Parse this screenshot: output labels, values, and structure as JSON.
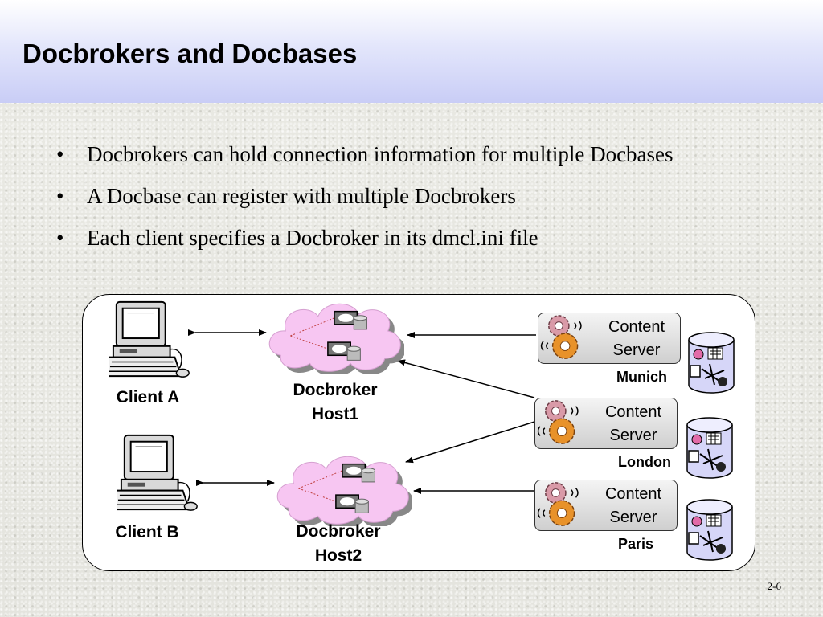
{
  "slide": {
    "title": "Docbrokers and Docbases",
    "page_number": "2-6"
  },
  "bullets": [
    "Docbrokers can hold connection information for multiple Docbases",
    "A Docbase can register with multiple Docbrokers",
    "Each client specifies a Docbroker in its dmcl.ini file"
  ],
  "bullet_glyph": "•",
  "diagram": {
    "clients": [
      {
        "label": "Client A",
        "icon": "computer-icon"
      },
      {
        "label": "Client B",
        "icon": "computer-icon"
      }
    ],
    "docbrokers": [
      {
        "line1": "Docbroker",
        "line2": "Host1",
        "icon": "cloud-network-icon"
      },
      {
        "line1": "Docbroker",
        "line2": "Host2",
        "icon": "cloud-network-icon"
      }
    ],
    "content_servers": [
      {
        "line1": "Content",
        "line2": "Server",
        "location": "Munich",
        "icon": "gears-icon"
      },
      {
        "line1": "Content",
        "line2": "Server",
        "location": "London",
        "icon": "gears-icon"
      },
      {
        "line1": "Content",
        "line2": "Server",
        "location": "Paris",
        "icon": "gears-icon"
      }
    ],
    "docbase_icon": "database-cylinder-icon",
    "colors": {
      "cloud_fill": "#f7c6f2",
      "gear_orange": "#e8922a",
      "gear_pink": "#d99aa8",
      "cylinder_fill": "#d6d6f8",
      "box_border": "#000000"
    }
  }
}
